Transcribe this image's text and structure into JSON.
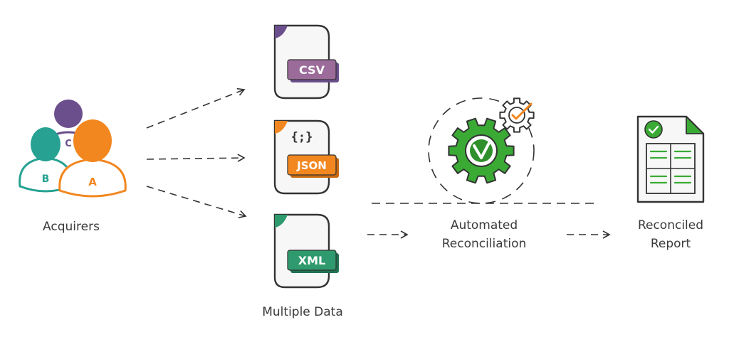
{
  "acquirers": {
    "label": "Acquirers",
    "persons": [
      {
        "letter": "C",
        "color": "#6b4e8c"
      },
      {
        "letter": "B",
        "color": "#26a192"
      },
      {
        "letter": "A",
        "color": "#f2871f"
      }
    ]
  },
  "files": [
    {
      "format": "CSV",
      "color": "#9b6b9a",
      "accent": "#6b4e8c"
    },
    {
      "format": "JSON",
      "color": "#f2871f",
      "accent": "#f2871f",
      "icon_text": "{;}"
    },
    {
      "format": "XML",
      "color": "#2e9a6e",
      "accent": "#2e9a6e"
    }
  ],
  "files_label": "Multiple Data",
  "automation": {
    "label_line1": "Automated",
    "label_line2": "Reconciliation",
    "gear_color": "#3aaa35"
  },
  "report": {
    "label_line1": "Reconciled",
    "label_line2": "Report",
    "accent": "#3aaa35"
  },
  "colors": {
    "outline": "#333333",
    "dash": "#333333",
    "file_fill": "#f7f7f7"
  }
}
